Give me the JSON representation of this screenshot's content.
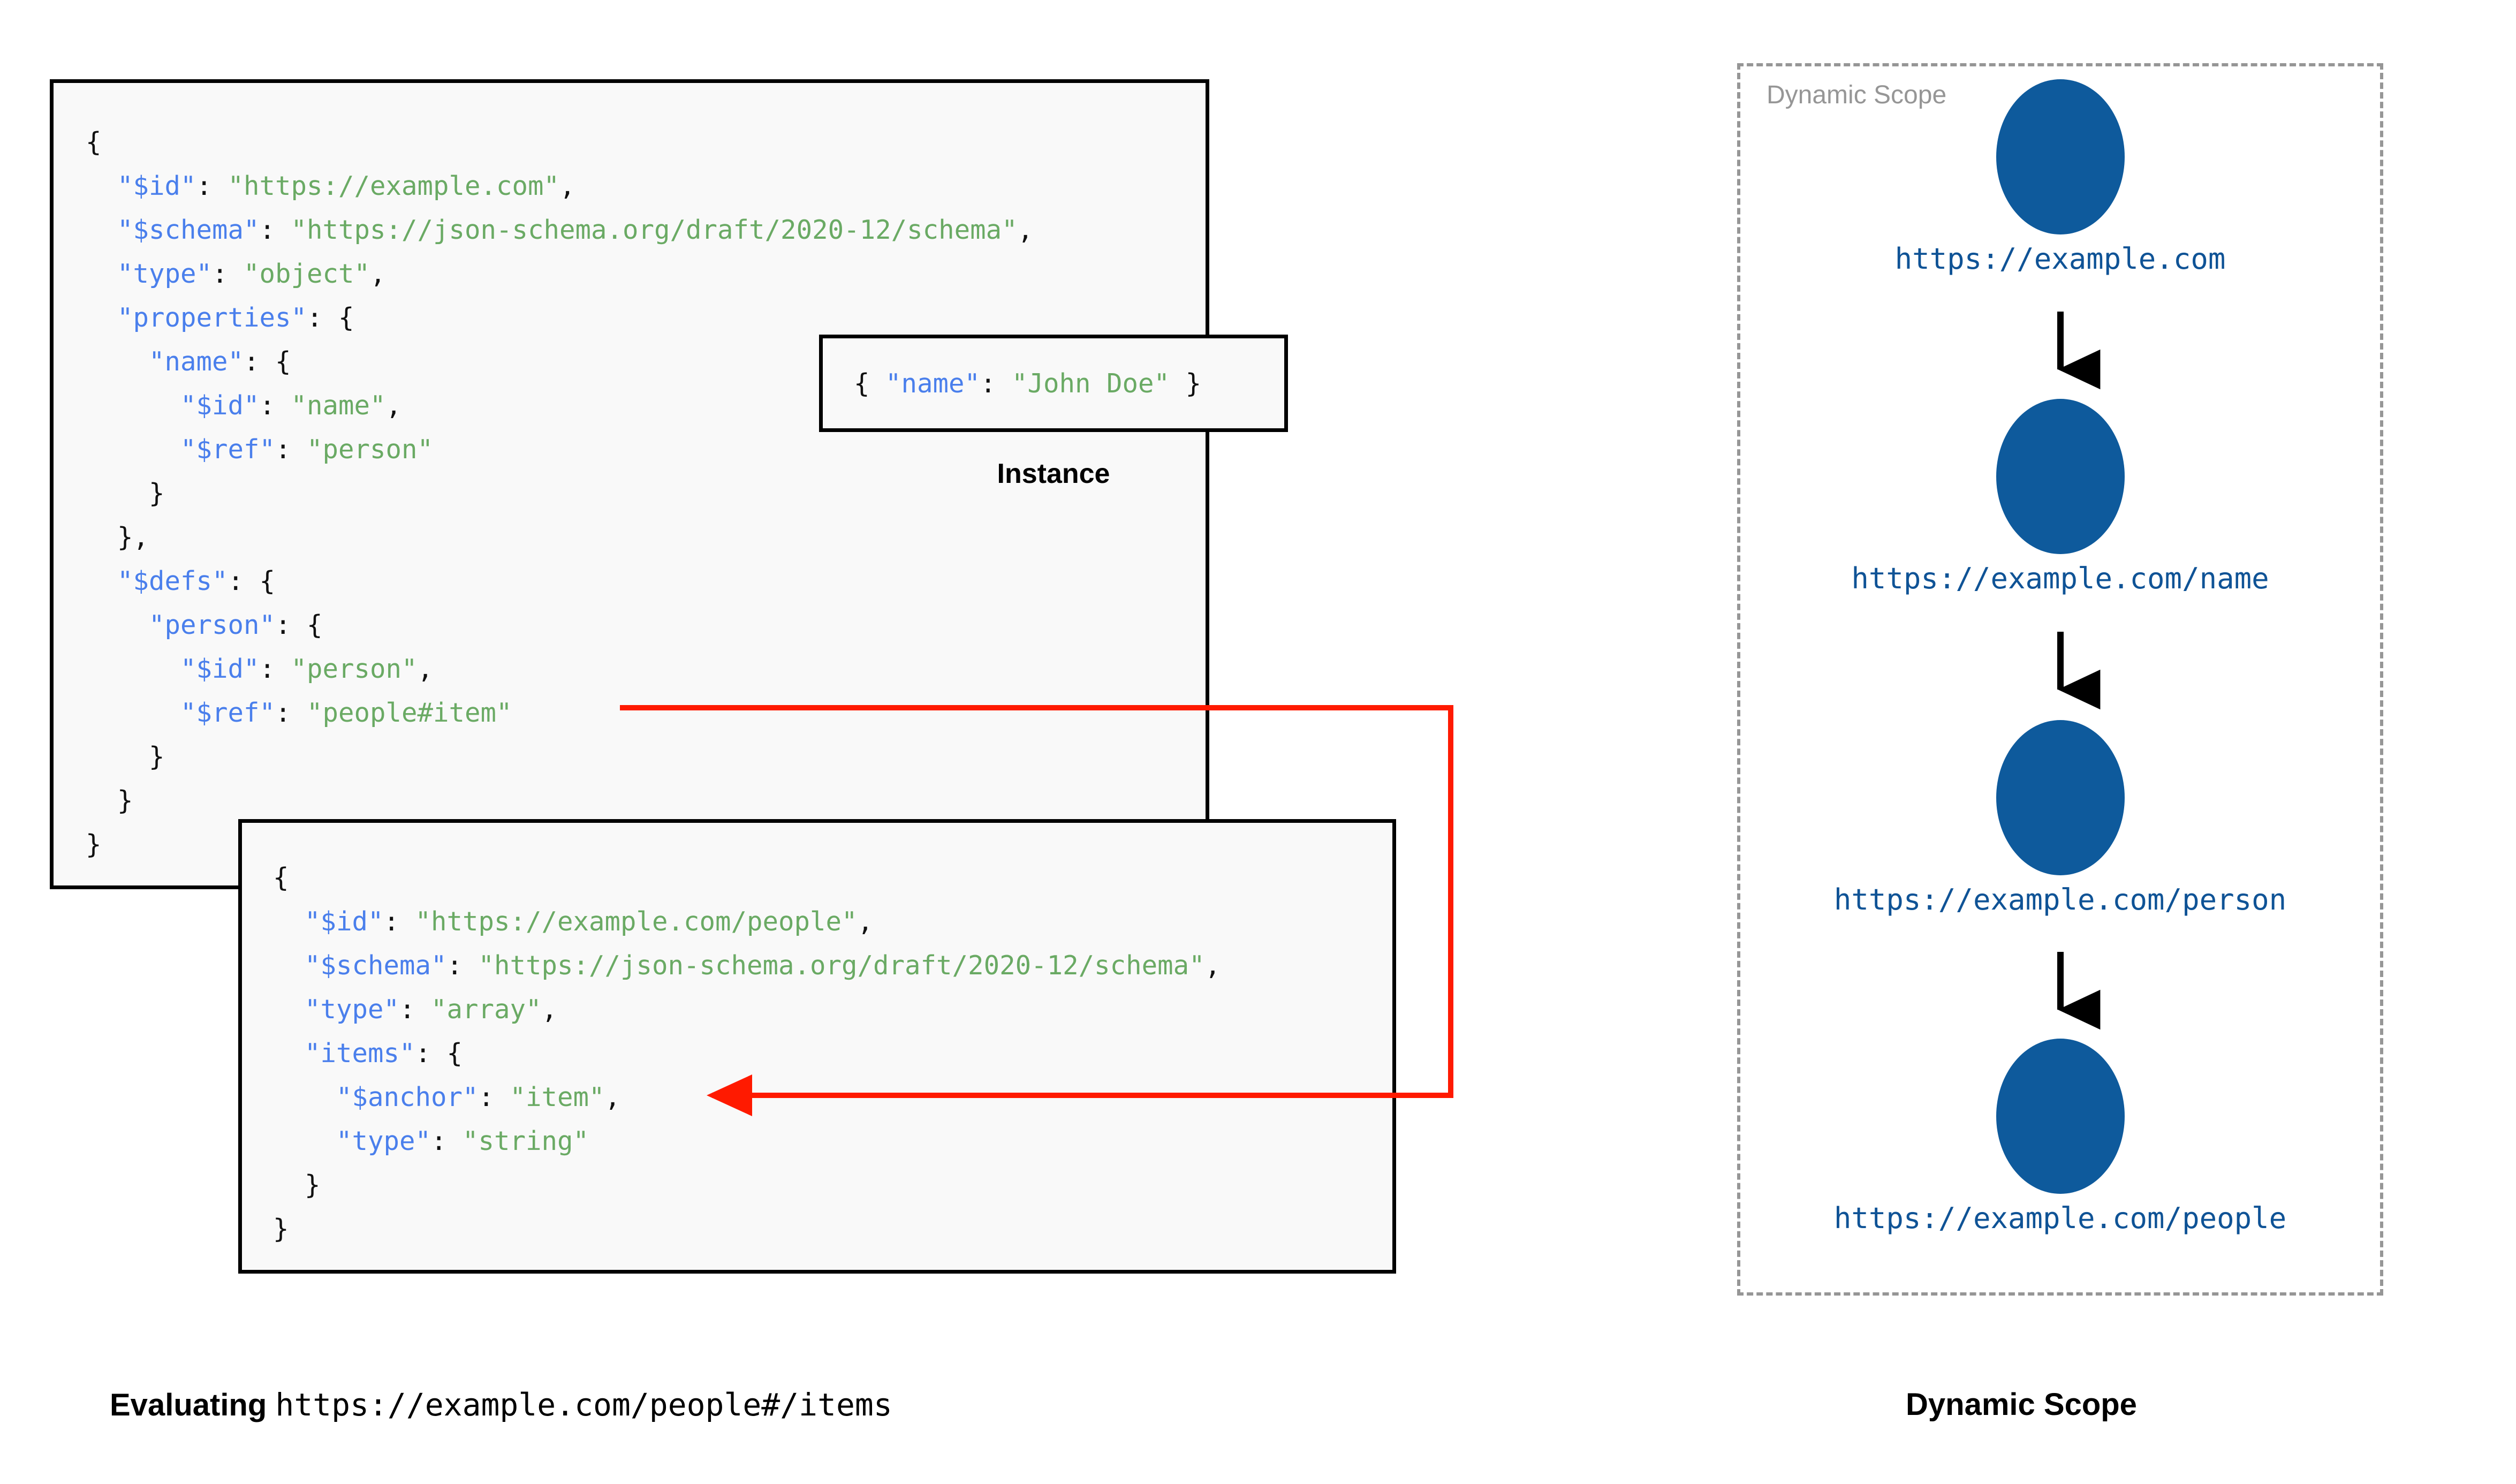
{
  "schema_box": {
    "name": "root-schema",
    "lines": [
      [
        {
          "t": "{",
          "c": "p"
        }
      ],
      [
        {
          "t": "  ",
          "c": "p"
        },
        {
          "t": "\"$id\"",
          "c": "k"
        },
        {
          "t": ": ",
          "c": "p"
        },
        {
          "t": "\"https://example.com\"",
          "c": "s"
        },
        {
          "t": ",",
          "c": "p"
        }
      ],
      [
        {
          "t": "  ",
          "c": "p"
        },
        {
          "t": "\"$schema\"",
          "c": "k"
        },
        {
          "t": ": ",
          "c": "p"
        },
        {
          "t": "\"https://json-schema.org/draft/2020-12/schema\"",
          "c": "s"
        },
        {
          "t": ",",
          "c": "p"
        }
      ],
      [
        {
          "t": "  ",
          "c": "p"
        },
        {
          "t": "\"type\"",
          "c": "k"
        },
        {
          "t": ": ",
          "c": "p"
        },
        {
          "t": "\"object\"",
          "c": "s"
        },
        {
          "t": ",",
          "c": "p"
        }
      ],
      [
        {
          "t": "  ",
          "c": "p"
        },
        {
          "t": "\"properties\"",
          "c": "k"
        },
        {
          "t": ": {",
          "c": "p"
        }
      ],
      [
        {
          "t": "    ",
          "c": "p"
        },
        {
          "t": "\"name\"",
          "c": "k"
        },
        {
          "t": ": {",
          "c": "p"
        }
      ],
      [
        {
          "t": "      ",
          "c": "p"
        },
        {
          "t": "\"$id\"",
          "c": "k"
        },
        {
          "t": ": ",
          "c": "p"
        },
        {
          "t": "\"name\"",
          "c": "s"
        },
        {
          "t": ",",
          "c": "p"
        }
      ],
      [
        {
          "t": "      ",
          "c": "p"
        },
        {
          "t": "\"$ref\"",
          "c": "k"
        },
        {
          "t": ": ",
          "c": "p"
        },
        {
          "t": "\"person\"",
          "c": "s"
        }
      ],
      [
        {
          "t": "    }",
          "c": "p"
        }
      ],
      [
        {
          "t": "  },",
          "c": "p"
        }
      ],
      [
        {
          "t": "  ",
          "c": "p"
        },
        {
          "t": "\"$defs\"",
          "c": "k"
        },
        {
          "t": ": {",
          "c": "p"
        }
      ],
      [
        {
          "t": "    ",
          "c": "p"
        },
        {
          "t": "\"person\"",
          "c": "k"
        },
        {
          "t": ": {",
          "c": "p"
        }
      ],
      [
        {
          "t": "      ",
          "c": "p"
        },
        {
          "t": "\"$id\"",
          "c": "k"
        },
        {
          "t": ": ",
          "c": "p"
        },
        {
          "t": "\"person\"",
          "c": "s"
        },
        {
          "t": ",",
          "c": "p"
        }
      ],
      [
        {
          "t": "      ",
          "c": "p"
        },
        {
          "t": "\"$ref\"",
          "c": "k"
        },
        {
          "t": ": ",
          "c": "p"
        },
        {
          "t": "\"people#item\"",
          "c": "s"
        }
      ],
      [
        {
          "t": "    }",
          "c": "p"
        }
      ],
      [
        {
          "t": "  }",
          "c": "p"
        }
      ],
      [
        {
          "t": "}",
          "c": "p"
        }
      ]
    ]
  },
  "instance_box": {
    "caption": "Instance",
    "lines": [
      [
        {
          "t": "{ ",
          "c": "p"
        },
        {
          "t": "\"name\"",
          "c": "k"
        },
        {
          "t": ": ",
          "c": "p"
        },
        {
          "t": "\"John Doe\"",
          "c": "s"
        },
        {
          "t": " }",
          "c": "p"
        }
      ]
    ]
  },
  "people_box": {
    "name": "people-schema",
    "lines": [
      [
        {
          "t": "{",
          "c": "p"
        }
      ],
      [
        {
          "t": "  ",
          "c": "p"
        },
        {
          "t": "\"$id\"",
          "c": "k"
        },
        {
          "t": ": ",
          "c": "p"
        },
        {
          "t": "\"https://example.com/people\"",
          "c": "s"
        },
        {
          "t": ",",
          "c": "p"
        }
      ],
      [
        {
          "t": "  ",
          "c": "p"
        },
        {
          "t": "\"$schema\"",
          "c": "k"
        },
        {
          "t": ": ",
          "c": "p"
        },
        {
          "t": "\"https://json-schema.org/draft/2020-12/schema\"",
          "c": "s"
        },
        {
          "t": ",",
          "c": "p"
        }
      ],
      [
        {
          "t": "  ",
          "c": "p"
        },
        {
          "t": "\"type\"",
          "c": "k"
        },
        {
          "t": ": ",
          "c": "p"
        },
        {
          "t": "\"array\"",
          "c": "s"
        },
        {
          "t": ",",
          "c": "p"
        }
      ],
      [
        {
          "t": "  ",
          "c": "p"
        },
        {
          "t": "\"items\"",
          "c": "k"
        },
        {
          "t": ": {",
          "c": "p"
        }
      ],
      [
        {
          "t": "    ",
          "c": "p"
        },
        {
          "t": "\"$anchor\"",
          "c": "k"
        },
        {
          "t": ": ",
          "c": "p"
        },
        {
          "t": "\"item\"",
          "c": "s"
        },
        {
          "t": ",",
          "c": "p"
        }
      ],
      [
        {
          "t": "    ",
          "c": "p"
        },
        {
          "t": "\"type\"",
          "c": "k"
        },
        {
          "t": ": ",
          "c": "p"
        },
        {
          "t": "\"string\"",
          "c": "s"
        }
      ],
      [
        {
          "t": "  }",
          "c": "p"
        }
      ],
      [
        {
          "t": "}",
          "c": "p"
        }
      ]
    ]
  },
  "scope_panel": {
    "title": "Dynamic Scope",
    "nodes": [
      {
        "label": "https://example.com"
      },
      {
        "label": "https://example.com/name"
      },
      {
        "label": "https://example.com/person"
      },
      {
        "label": "https://example.com/people"
      }
    ]
  },
  "captions": {
    "evaluating_prefix": "Evaluating ",
    "evaluating_uri": "https://example.com/people#/items",
    "dynamic_scope": "Dynamic Scope"
  },
  "colors": {
    "json_key": "#4a7fec",
    "json_string": "#6aaa64",
    "node_fill": "#0e5a9c",
    "node_label": "#0f5396",
    "ref_arrow": "#ff1a00",
    "scope_border": "#969696",
    "box_border": "#000000",
    "box_bg": "#f9f9f9"
  }
}
